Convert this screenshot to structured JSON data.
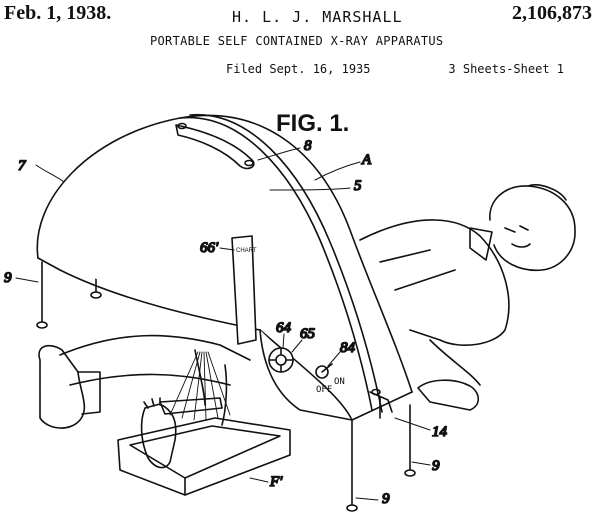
{
  "header": {
    "date": "Feb. 1, 1938.",
    "inventor": "H. L. J. MARSHALL",
    "patent_number": "2,106,873",
    "title": "PORTABLE SELF CONTAINED X-RAY APPARATUS",
    "filed": "Filed Sept. 16, 1935",
    "sheets": "3 Sheets-Sheet 1"
  },
  "figure": {
    "label": "FIG. 1.",
    "refs": {
      "r7": "7",
      "r8": "8",
      "rA": "A",
      "r5": "5",
      "r66": "66'",
      "r9a": "9",
      "r64": "64",
      "r65": "65",
      "r84": "84",
      "r14": "14",
      "r9b": "9",
      "rF": "F'",
      "r9c": "9"
    },
    "chart_label": "CHART",
    "switch_on": "ON",
    "switch_off": "OFF"
  }
}
